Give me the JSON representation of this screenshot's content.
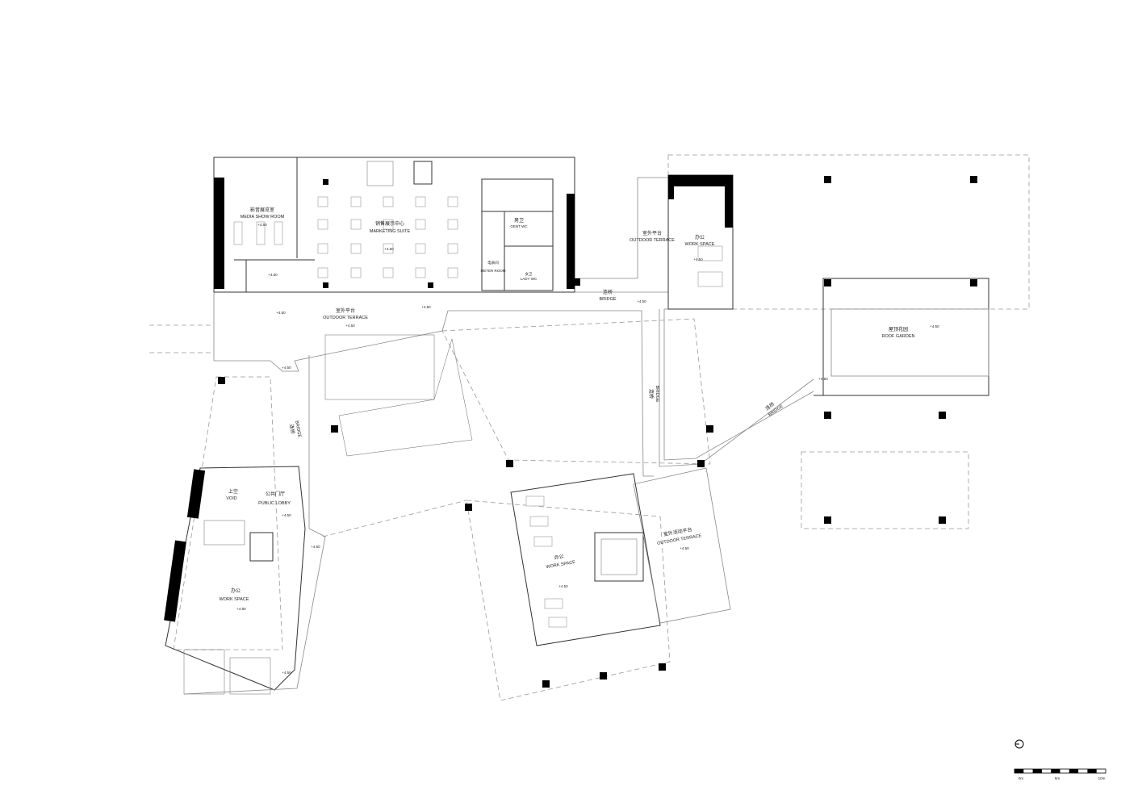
{
  "rooms": {
    "media": {
      "cn": "影音展览室",
      "en": "MEDIA SHOW ROOM",
      "level": "+4.50"
    },
    "marketing": {
      "cn": "销售展示中心",
      "en": "MARKETING SUITE",
      "level": "+4.50"
    },
    "gent_wc": {
      "cn": "男卫",
      "en": "GENT WC"
    },
    "meter": {
      "cn": "电表间",
      "en": "METER ROOM"
    },
    "lady_wc": {
      "cn": "女卫",
      "en": "LADY WC"
    },
    "corridor_level": "+4.50",
    "terrace_top": {
      "cn": "室外平台",
      "en": "OUTDOOR TERRACE",
      "level": "+4.50",
      "level2": "+4.50",
      "level3": "+4.50"
    },
    "bridge_top": {
      "cn": "连桥",
      "en": "BRIDGE",
      "level": "+4.50"
    },
    "terrace_right": {
      "cn": "室外平台",
      "en": "OUTDOOR TERRACE"
    },
    "work_top_right": {
      "cn": "办公",
      "en": "WORK SPACE",
      "level": "+4.50"
    },
    "roof_garden": {
      "cn": "屋顶花园",
      "en": "ROOF GARDEN",
      "level": "+4.50"
    },
    "bridge_mid": {
      "cn": "连桥",
      "en": "BRIDGE"
    },
    "bridge_diag": {
      "cn": "连桥",
      "en": "BRIDGE",
      "level": "+4.50"
    },
    "bridge_left": {
      "cn": "连桥",
      "en": "BRIDGE",
      "level": "+4.50"
    },
    "void": {
      "cn": "上空",
      "en": "VOID"
    },
    "lobby": {
      "cn": "公共门厅",
      "en": "PUBLIC LOBBY",
      "level": "+4.50"
    },
    "work_left": {
      "cn": "办公",
      "en": "WORK SPACE",
      "level": "+4.80",
      "level_out": "+4.50",
      "level_bottom": "+4.50"
    },
    "work_center": {
      "cn": "办公",
      "en": "WORK SPACE",
      "level": "+4.50"
    },
    "terrace_activity": {
      "cn": "室外活动平台",
      "en": "OUTDOOR TERRACE",
      "level": "+4.50"
    }
  },
  "scale_bar": {
    "labels": [
      "0m",
      "5m",
      "10m"
    ]
  }
}
